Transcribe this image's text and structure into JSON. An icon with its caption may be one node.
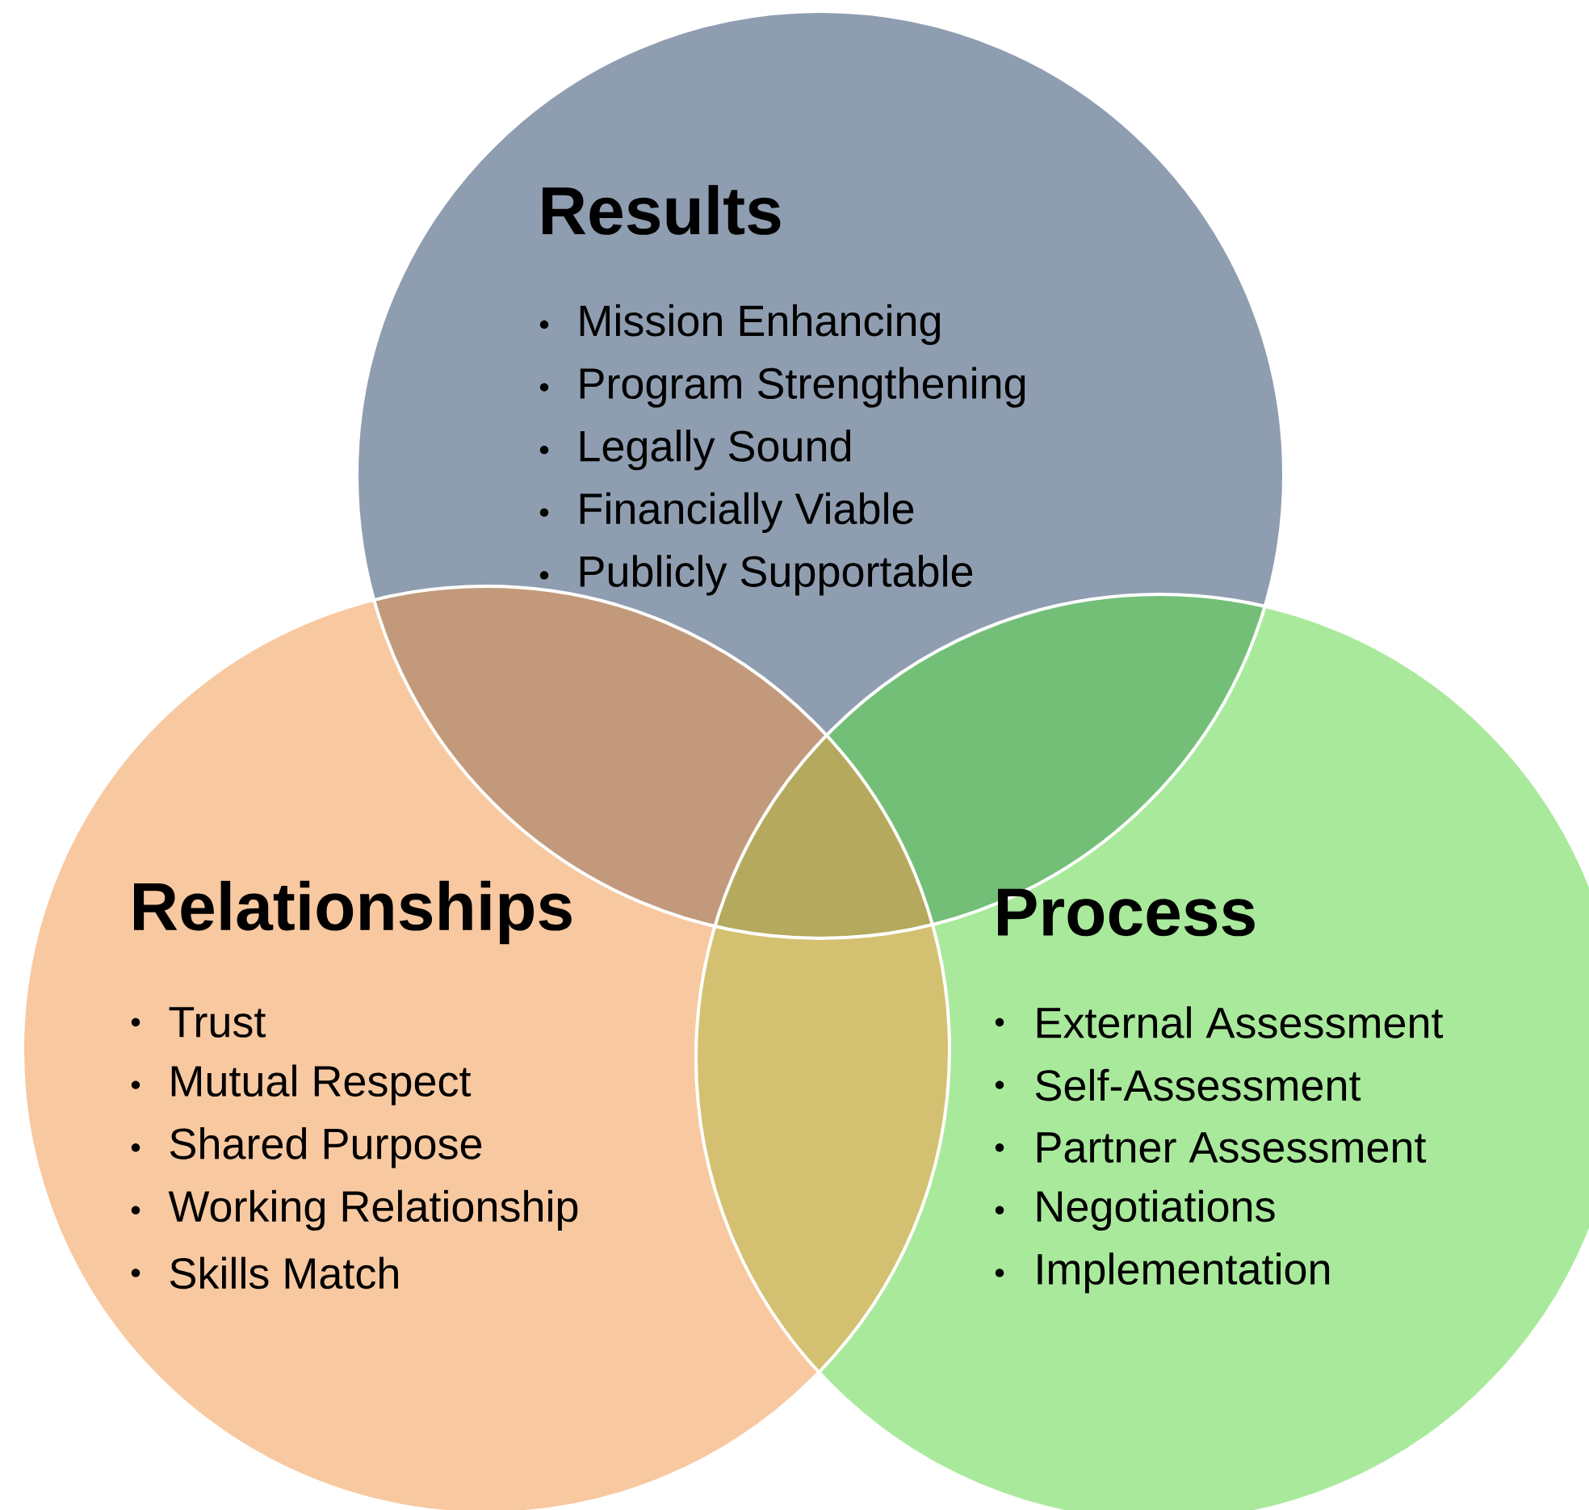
{
  "diagram": {
    "nodes": [
      {
        "text": [
          "Results",
          "Mission Enhancing",
          "Program Strengthening",
          "Legally Sound",
          "Financially Viable",
          "Publicly Supportable"
        ]
      },
      {
        "text": [
          "Relationships",
          "Trust",
          "Mutual Respect",
          "Shared Purpose",
          "Working Relationship",
          "Skills Match"
        ]
      },
      {
        "text": [
          "Process",
          "External Assessment",
          "Self-Assessment",
          "Partner Assessment",
          "Negotiations",
          "Implementation"
        ]
      }
    ]
  }
}
